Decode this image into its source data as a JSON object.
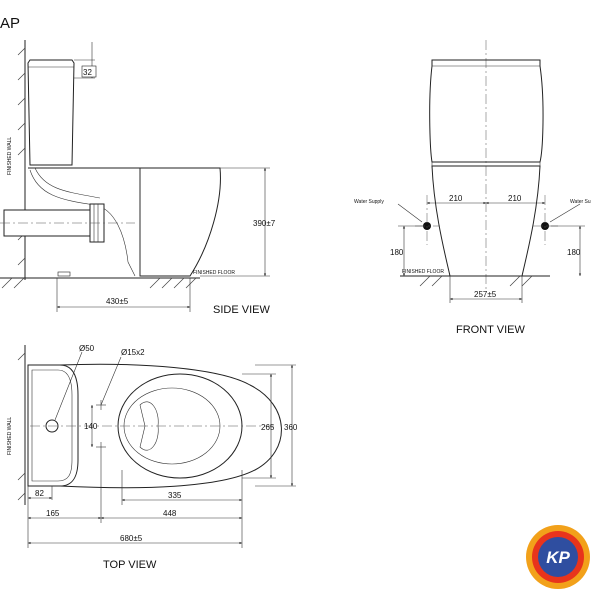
{
  "page_header": "AP",
  "views": {
    "side": {
      "title": "SIDE VIEW",
      "wall_label": "FINISHED WALL",
      "floor_label": "FINISHED FLOOR",
      "dim_lid": "32",
      "dim_height": "390±7",
      "dim_depth": "430±5"
    },
    "front": {
      "title": "FRONT VIEW",
      "supply_left": "Water Supply",
      "supply_right": "Water Su",
      "floor_label": "FINISHED FLOOR",
      "dim_left_offset": "210",
      "dim_right_offset": "210",
      "dim_supply_height_left": "180",
      "dim_supply_height_right": "180",
      "dim_base": "257±5"
    },
    "top": {
      "title": "TOP VIEW",
      "wall_label": "FINISHED WALL",
      "dim_hole": "Ø50",
      "dim_fix_holes": "Ø15x2",
      "dim_fix_spacing": "140",
      "dim_inner_width": "265",
      "dim_outer_width": "360",
      "dim_tank": "82",
      "dim_to_centre": "165",
      "dim_bowl": "335",
      "dim_seat": "448",
      "dim_total": "680±5"
    }
  },
  "logo": {
    "text": "KP"
  }
}
